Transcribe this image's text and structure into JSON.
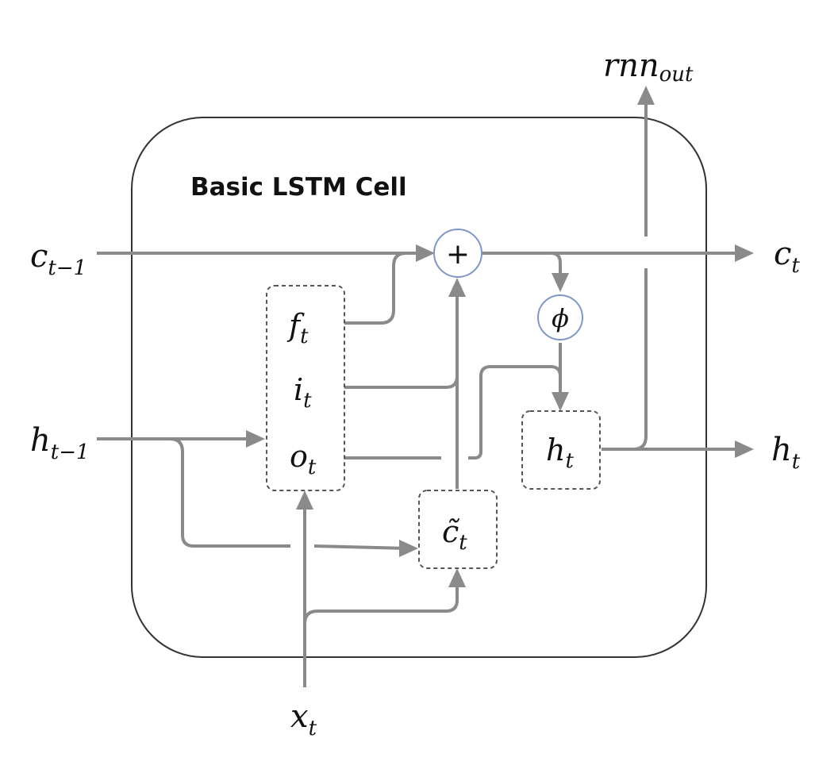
{
  "title": "Basic LSTM Cell",
  "inputs": {
    "cell_prev": {
      "base": "c",
      "sub": "t−1"
    },
    "hidden_prev": {
      "base": "h",
      "sub": "t−1"
    },
    "x": {
      "base": "x",
      "sub": "t"
    }
  },
  "outputs": {
    "cell": {
      "base": "c",
      "sub": "t"
    },
    "hidden": {
      "base": "h",
      "sub": "t"
    },
    "rnn": {
      "base": "rnn",
      "sub": "out"
    }
  },
  "gates": {
    "forget": {
      "base": "f",
      "sub": "t"
    },
    "input": {
      "base": "i",
      "sub": "t"
    },
    "output": {
      "base": "o",
      "sub": "t"
    }
  },
  "candidate": {
    "base": "c̃",
    "sub": "t"
  },
  "hidden_node": {
    "base": "h",
    "sub": "t"
  },
  "ops": {
    "add": "+",
    "activation": "ϕ"
  },
  "colors": {
    "wire": "#8a8a8a",
    "op_border": "#7d97c9",
    "cell_border": "#333333"
  }
}
